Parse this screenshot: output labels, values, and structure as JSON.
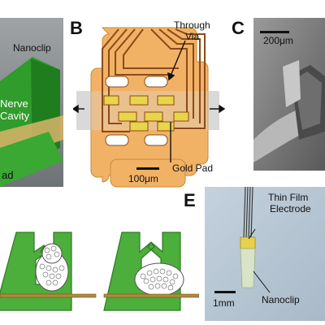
{
  "panel_letters": {
    "b": "B",
    "c": "C",
    "e": "E"
  },
  "panel_a": {
    "nanoclip_label": "Nanoclip",
    "cavity_label_line1": "Nerve",
    "cavity_label_line2": "Cavity",
    "partial_label": "ad"
  },
  "panel_b": {
    "through_via_line1": "Through",
    "through_via_line2": "Via",
    "gold_pad_label": "Gold Pad",
    "scale_label": "100μm"
  },
  "panel_c": {
    "scale_label": "200μm"
  },
  "panel_e": {
    "electrode_line1": "Thin Film",
    "electrode_line2": "Electrode",
    "nanoclip_label": "Nanoclip",
    "scale_label": "1mm"
  },
  "colors": {
    "clip_green": "#4cae3b",
    "flex_orange": "#f2b266",
    "trace_brown": "#8a4a1a",
    "gold_pad": "#e8d54a",
    "sem_gray": "#8a8a8a",
    "photo_blue": "#b9c7d6"
  }
}
